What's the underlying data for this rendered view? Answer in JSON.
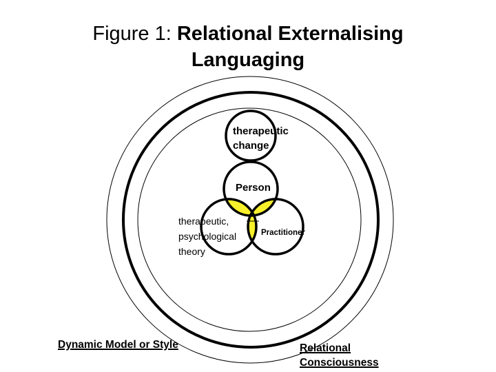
{
  "title": {
    "prefix": "Figure 1: ",
    "bold_line1": "Relational Externalising",
    "bold_line2": "Languaging"
  },
  "labels": {
    "therapeutic_change_line1": "therapeutic",
    "therapeutic_change_line2": "change",
    "person": "Person",
    "theory_line1": "therapeutic,",
    "theory_line2": "psychological",
    "theory_line3": "theory",
    "practitioner": "Practitioner",
    "dynamic_model": "Dynamic Model or Style",
    "relational_line1": "Relational",
    "relational_line2": "Consciousness"
  },
  "colors": {
    "overlap_pair": "#f7f02a",
    "overlap_center": "#f23a16",
    "stroke": "#000000"
  }
}
